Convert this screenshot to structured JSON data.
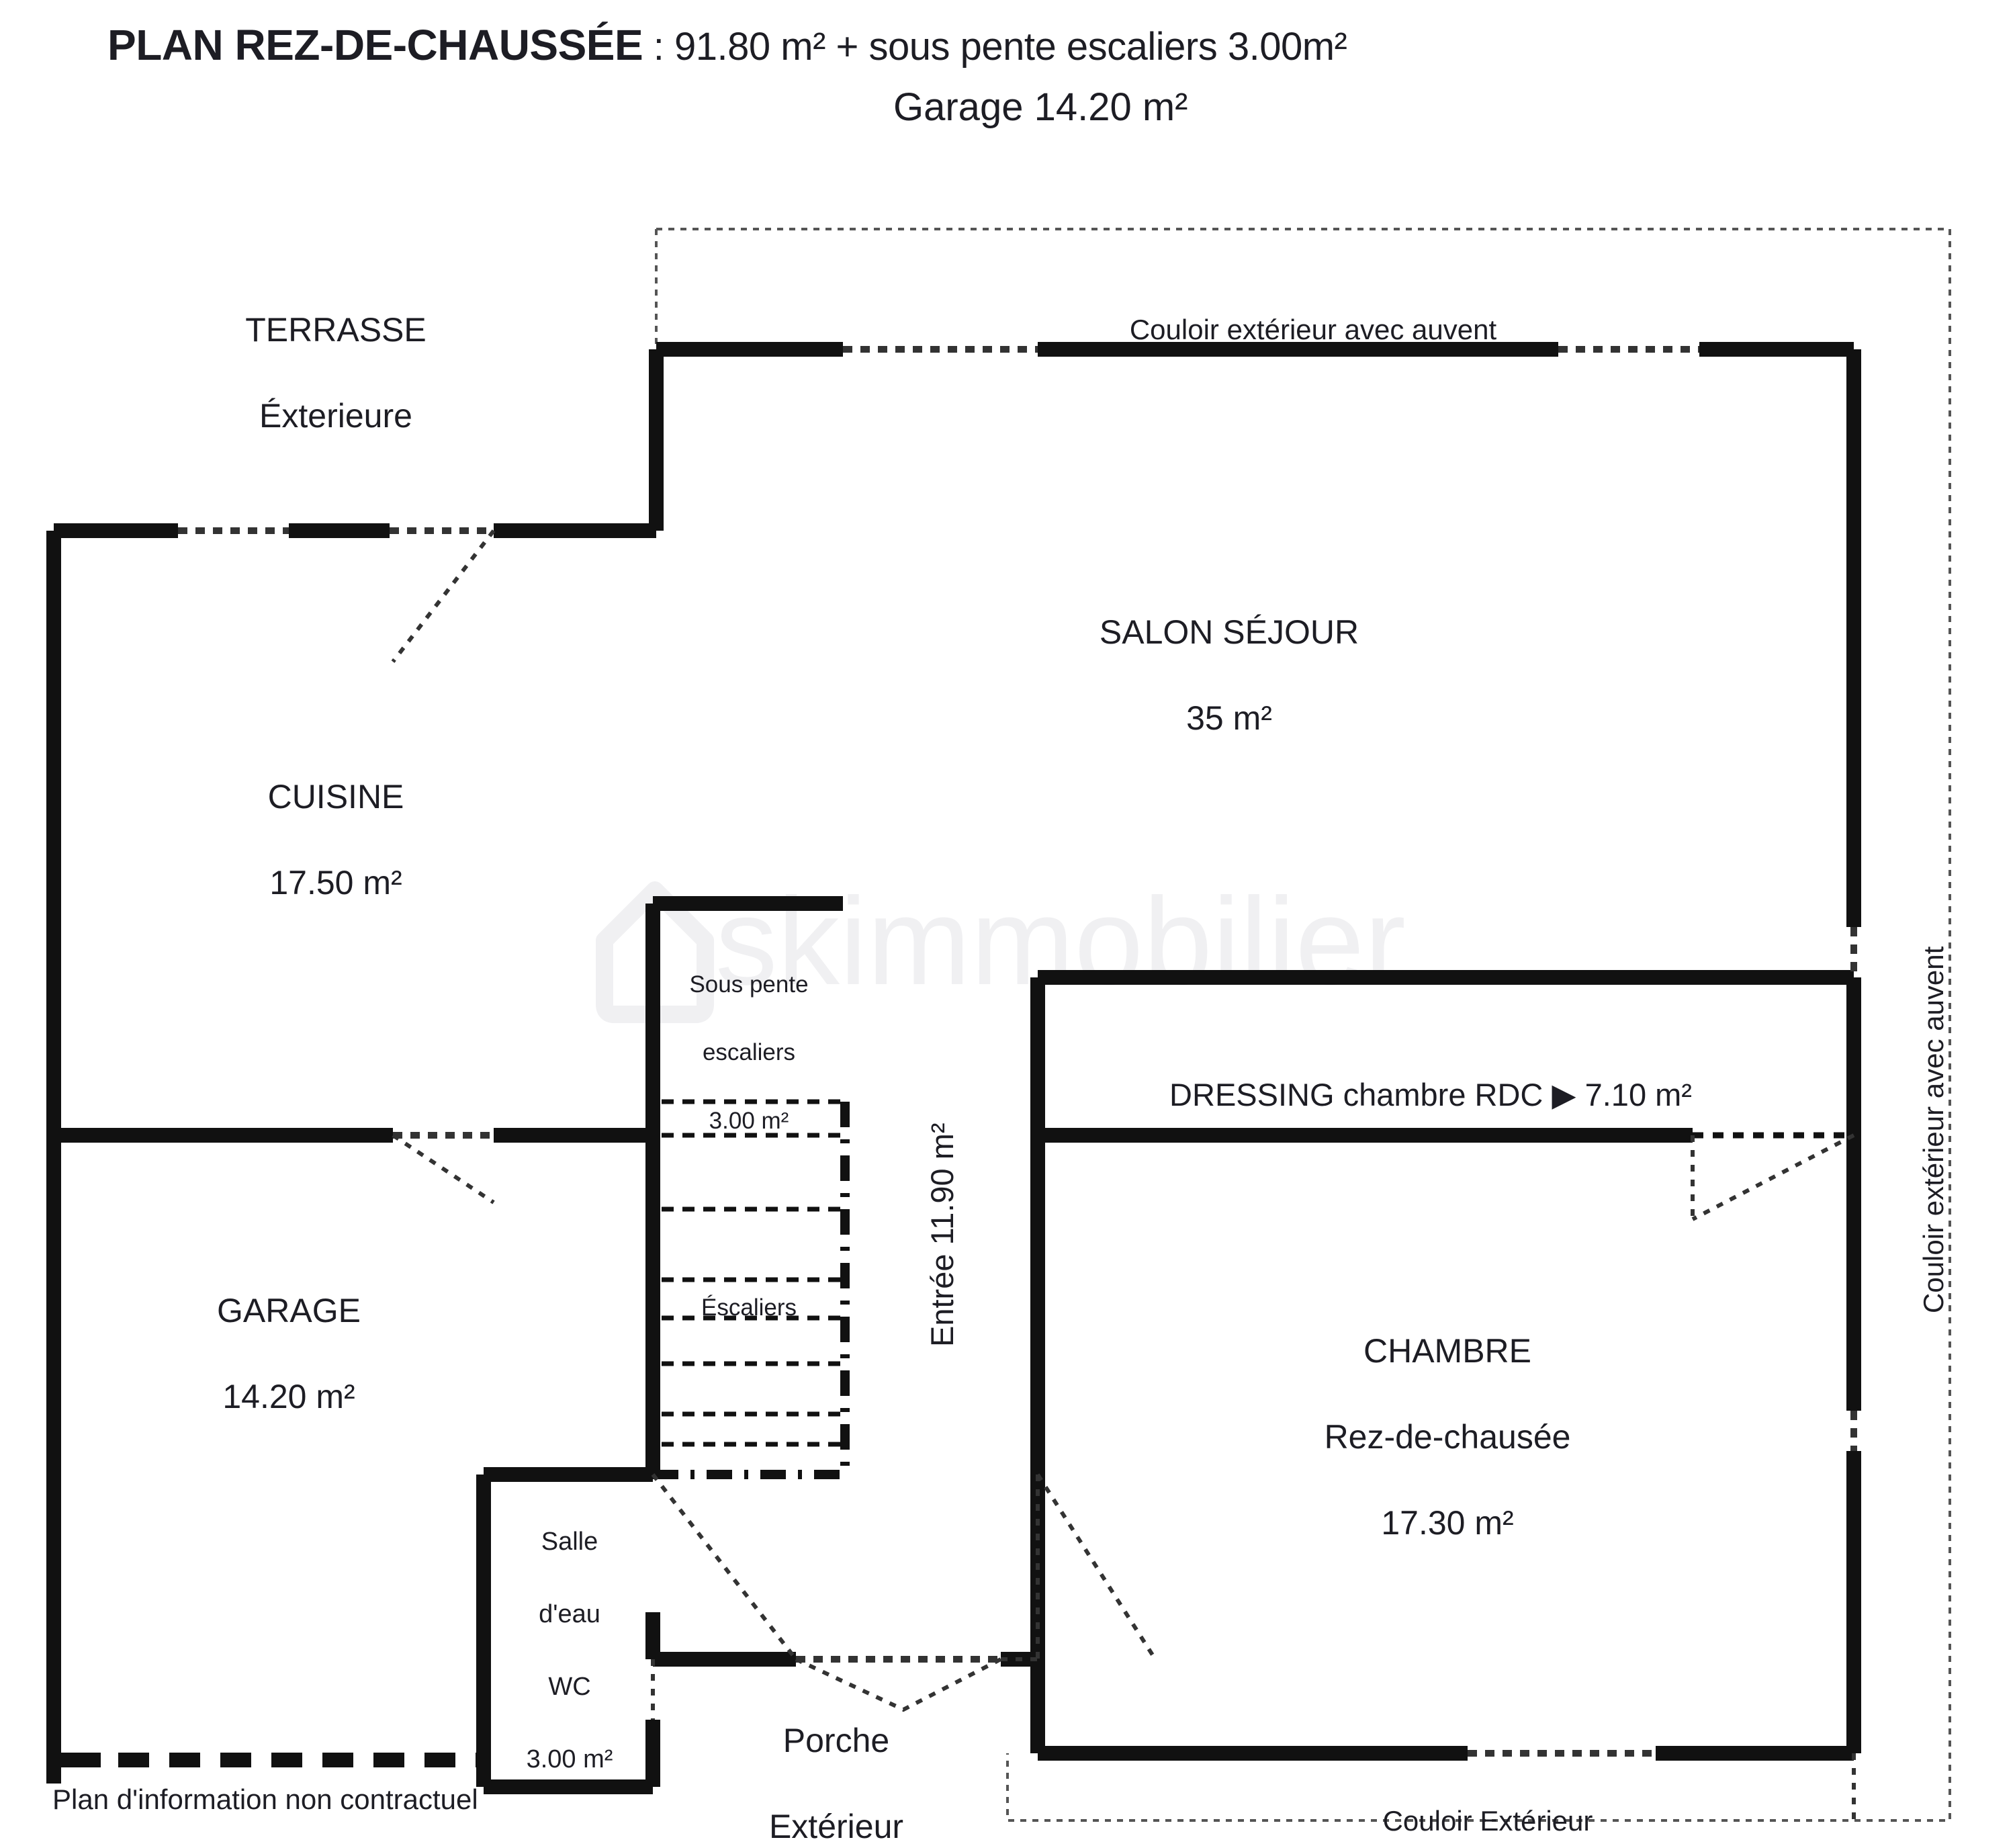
{
  "header": {
    "title_main": "PLAN REZ-DE-CHAUSSÉE",
    "title_rest": " :  91.80 m² + sous pente escaliers 3.00m²",
    "subtitle": "Garage 14.20 m²"
  },
  "rooms": {
    "terrasse": {
      "name": "TERRASSE",
      "sub": "Éxterieure"
    },
    "cuisine": {
      "name": "CUISINE",
      "area": "17.50 m²"
    },
    "garage": {
      "name": "GARAGE",
      "area": "14.20 m²"
    },
    "salon": {
      "name": "SALON SÉJOUR",
      "area": "35 m²"
    },
    "sous_pente": {
      "line1": "Sous pente",
      "line2": "escaliers",
      "line3": "3.00 m²"
    },
    "escaliers": {
      "name": "Éscaliers"
    },
    "entree": {
      "name": "Entrée 11.90 m²"
    },
    "dressing": {
      "name": "DRESSING chambre RDC ▶ 7.10 m²"
    },
    "chambre": {
      "name": "CHAMBRE",
      "sub": "Rez-de-chausée",
      "area": "17.30 m²"
    },
    "salle_eau": {
      "line1": "Salle",
      "line2": "d'eau",
      "line3": "WC",
      "line4": "3.00 m²"
    },
    "porche": {
      "line1": "Porche",
      "line2": "Extérieur"
    }
  },
  "annotations": {
    "couloir_top": "Couloir extérieur avec auvent",
    "couloir_right": "Couloir extérieur avec auvent",
    "couloir_bottom": "Couloir Extérieur",
    "footer": "Plan d'information non contractuel"
  },
  "watermark": {
    "text": "skimmobilier"
  },
  "colors": {
    "wall": "#111111",
    "text": "#1d1d24",
    "outline_dotted": "#555555",
    "watermark": "#f0f0f2"
  }
}
